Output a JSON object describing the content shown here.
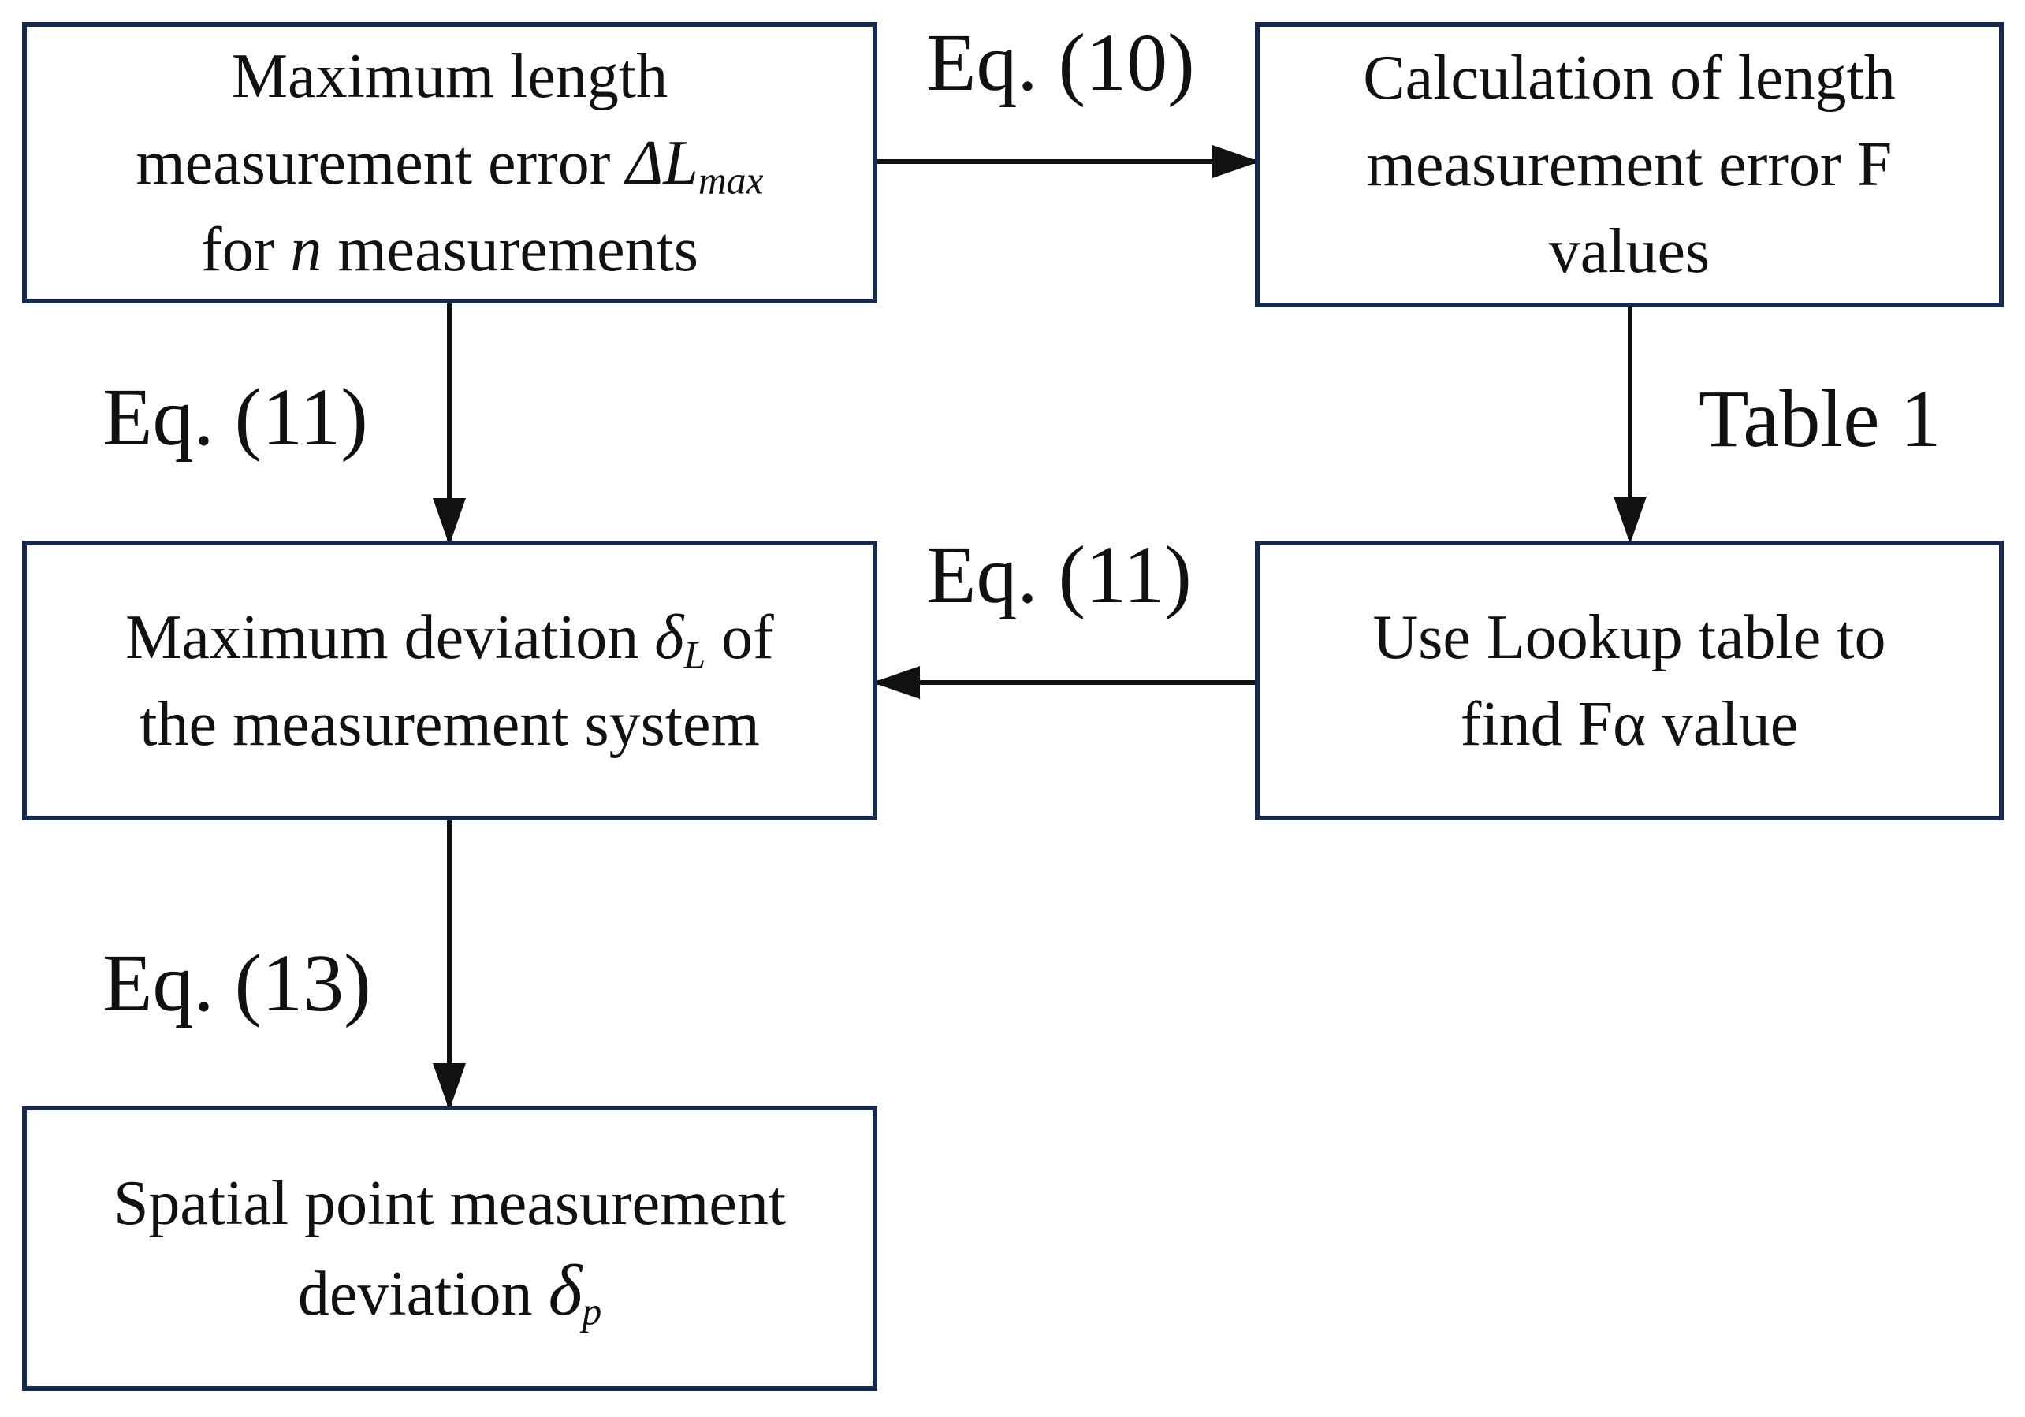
{
  "boxes": {
    "max_length_error": {
      "line1": "Maximum length",
      "line2_pre": "measurement error ",
      "line2_sym": "ΔL",
      "line2_sub": "max",
      "line3_pre": "for ",
      "line3_var": "n",
      "line3_post": " measurements"
    },
    "calc_f_values": {
      "line1": "Calculation of length",
      "line2": "measurement error F",
      "line3": "values"
    },
    "max_deviation": {
      "line1_pre": "Maximum deviation ",
      "line1_sym": "δ",
      "line1_sub": "L",
      "line1_post": " of",
      "line2": "the measurement system"
    },
    "lookup_table": {
      "line1": "Use Lookup table to",
      "line2": "find Fα value"
    },
    "spatial_point": {
      "line1": "Spatial point measurement",
      "line2_pre": "deviation ",
      "line2_sym": "δ",
      "line2_sub": "p"
    }
  },
  "edge_labels": {
    "eq10": "Eq. (10)",
    "eq11_vertical": "Eq. (11)",
    "table1": "Table 1",
    "eq11_horizontal": "Eq. (11)",
    "eq13": "Eq. (13)"
  },
  "colors": {
    "box_border": "#17294d",
    "arrow": "#111111",
    "text": "#111111"
  }
}
